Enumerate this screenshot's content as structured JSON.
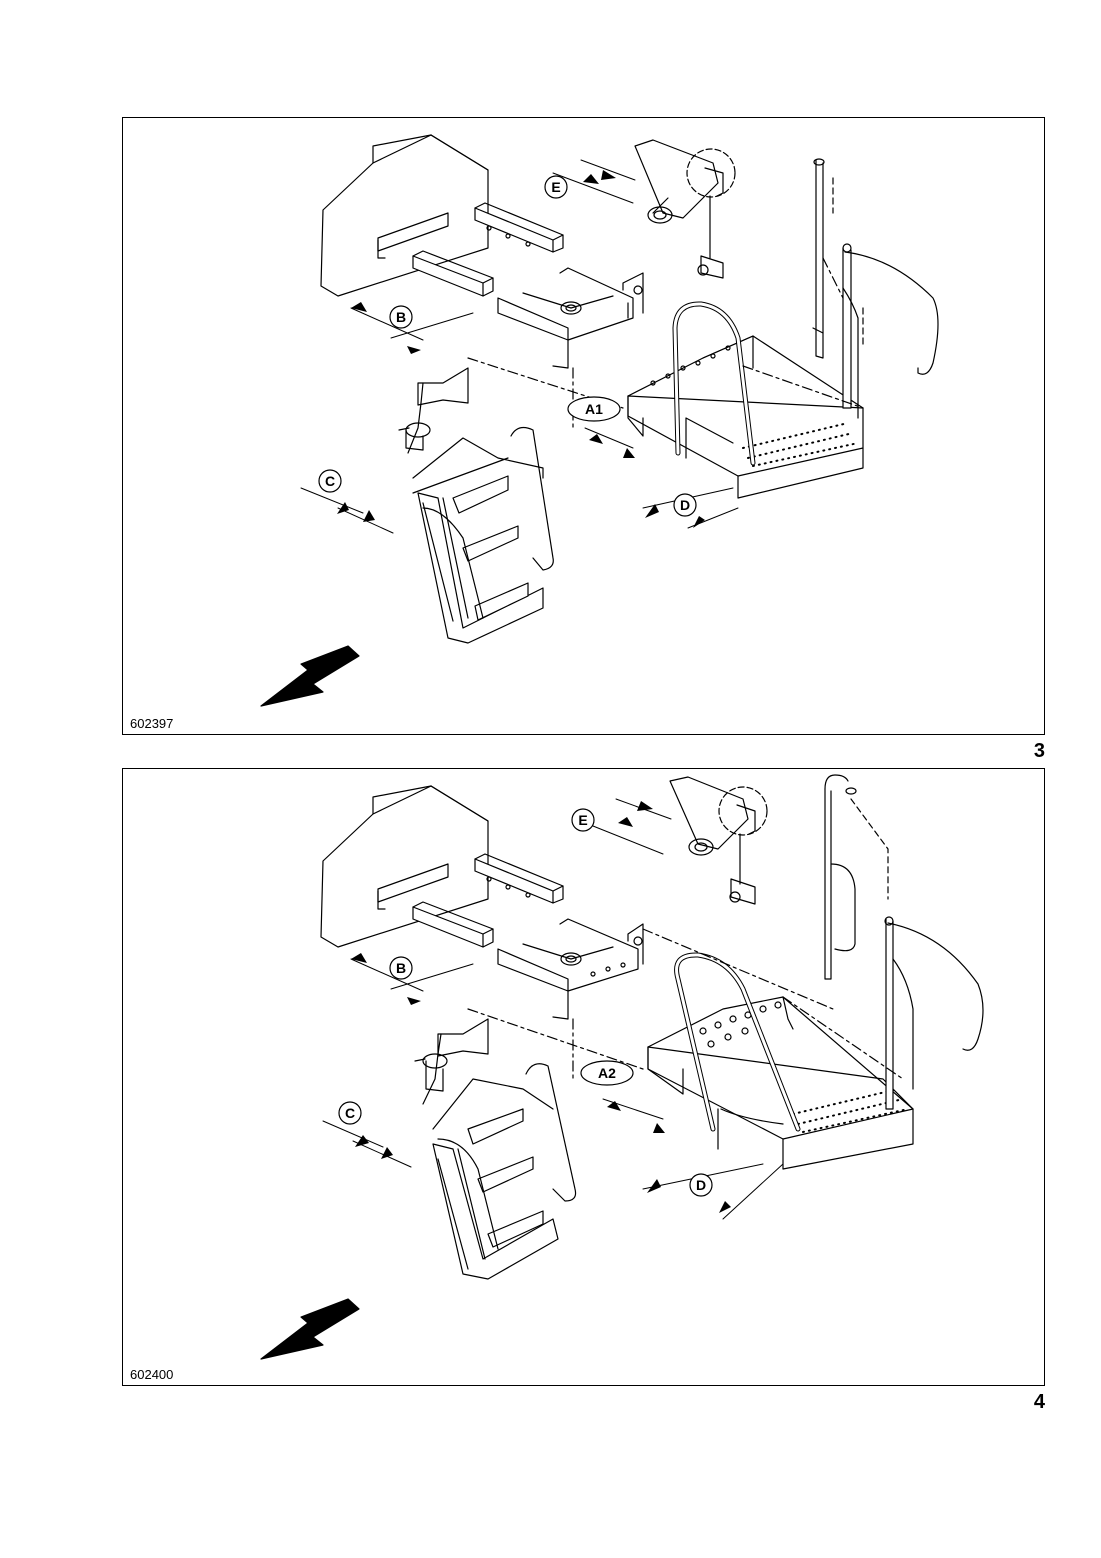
{
  "figures": [
    {
      "image_id": "602397",
      "figure_number": "3",
      "callouts": {
        "e": "E",
        "b": "B",
        "a": "A1",
        "c": "C",
        "d": "D"
      }
    },
    {
      "image_id": "602400",
      "figure_number": "4",
      "callouts": {
        "e": "E",
        "b": "B",
        "a": "A2",
        "c": "C",
        "d": "D"
      }
    }
  ]
}
